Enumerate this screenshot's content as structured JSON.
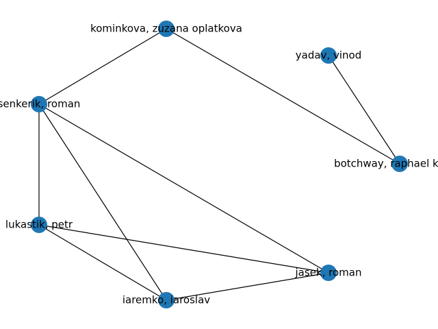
{
  "graph": {
    "node_color": "#1f77b4",
    "edge_color": "#000000",
    "nodes": [
      {
        "id": "kominkova",
        "label": "kominkova, zuzana oplatkova"
      },
      {
        "id": "yadav",
        "label": "yadav, vinod"
      },
      {
        "id": "senkerik",
        "label": "senkerik, roman"
      },
      {
        "id": "botchway",
        "label": "botchway, raphael kwaku"
      },
      {
        "id": "lukastik",
        "label": "lukastik, petr"
      },
      {
        "id": "jasek",
        "label": "jasek, roman"
      },
      {
        "id": "iaremko",
        "label": "iaremko, iaroslav"
      }
    ],
    "edges": [
      [
        "kominkova",
        "senkerik"
      ],
      [
        "kominkova",
        "botchway"
      ],
      [
        "yadav",
        "botchway"
      ],
      [
        "senkerik",
        "lukastik"
      ],
      [
        "senkerik",
        "iaremko"
      ],
      [
        "senkerik",
        "jasek"
      ],
      [
        "lukastik",
        "jasek"
      ],
      [
        "lukastik",
        "iaremko"
      ],
      [
        "iaremko",
        "jasek"
      ]
    ]
  }
}
